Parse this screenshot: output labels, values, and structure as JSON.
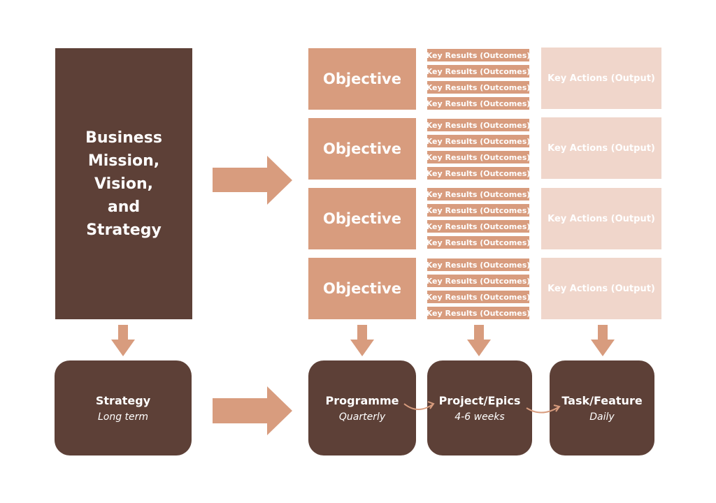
{
  "mission": {
    "label": "Business\nMission,\nVision,\nand\nStrategy"
  },
  "objectives": [
    "Objective",
    "Objective",
    "Objective",
    "Objective"
  ],
  "key_result_label": "Key Results (Outcomes)",
  "key_actions": [
    "Key Actions (Output)",
    "Key Actions (Output)",
    "Key Actions (Output)",
    "Key Actions (Output)"
  ],
  "cards": {
    "strategy": {
      "title": "Strategy",
      "subtitle": "Long term"
    },
    "programme": {
      "title": "Programme",
      "subtitle": "Quarterly"
    },
    "project": {
      "title": "Project/Epics",
      "subtitle": "4-6 weeks"
    },
    "task": {
      "title": "Task/Feature",
      "subtitle": "Daily"
    }
  },
  "colors": {
    "dark": "#5d4037",
    "accent": "#d89c7e",
    "light": "#f0d6cb"
  }
}
